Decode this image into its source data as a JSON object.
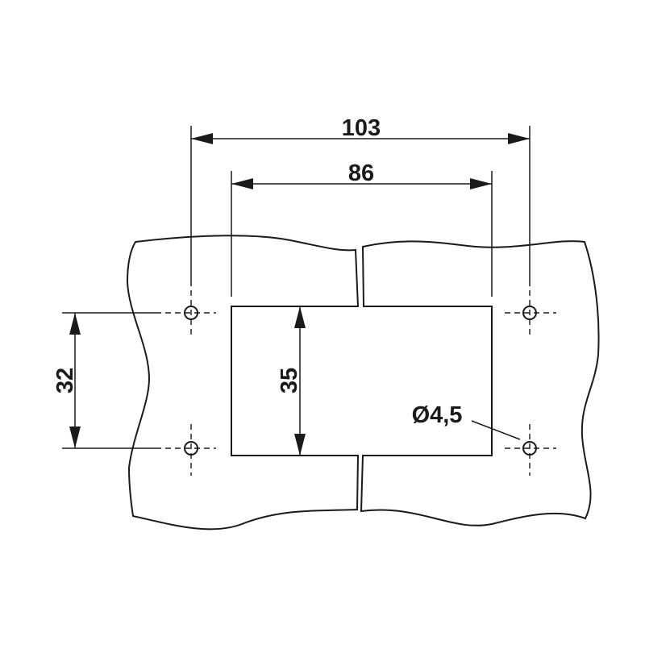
{
  "drawing": {
    "dimensions": {
      "hole_spacing_horizontal": "103",
      "cutout_width": "86",
      "hole_spacing_vertical": "32",
      "cutout_height": "35",
      "hole_diameter": "Ø4,5"
    },
    "line_color": "#1a1a1a"
  }
}
